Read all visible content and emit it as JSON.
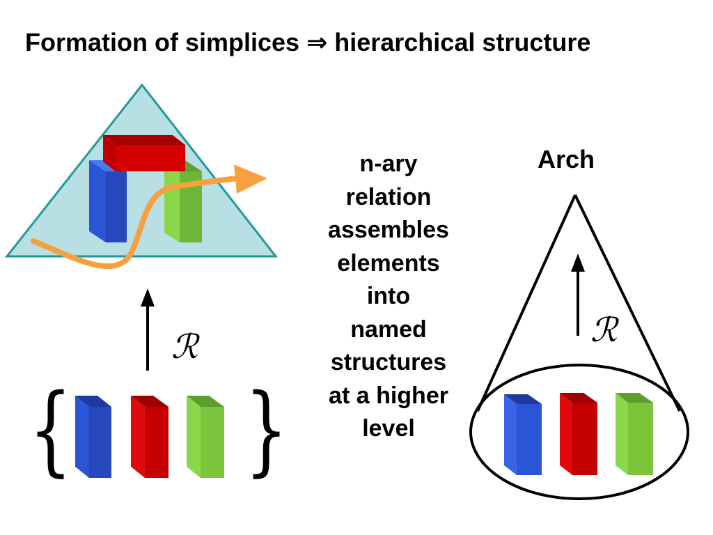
{
  "title": "Formation of simplices ⇒ hierarchical structure",
  "description_lines": [
    "n-ary",
    "relation",
    "assembles",
    "elements",
    "into",
    "named",
    "structures",
    "at a higher",
    "level"
  ],
  "arch_label": "Arch",
  "relation_symbol": "ℛ",
  "brace_open": "{",
  "brace_close": "}",
  "colors": {
    "triangle_fill": "#b7dfe4",
    "triangle_stroke": "#1e9999",
    "path_orange": "#f7a040",
    "block_blue": "#2a55d6",
    "block_red": "#d40000",
    "block_green": "#7cc43c"
  }
}
